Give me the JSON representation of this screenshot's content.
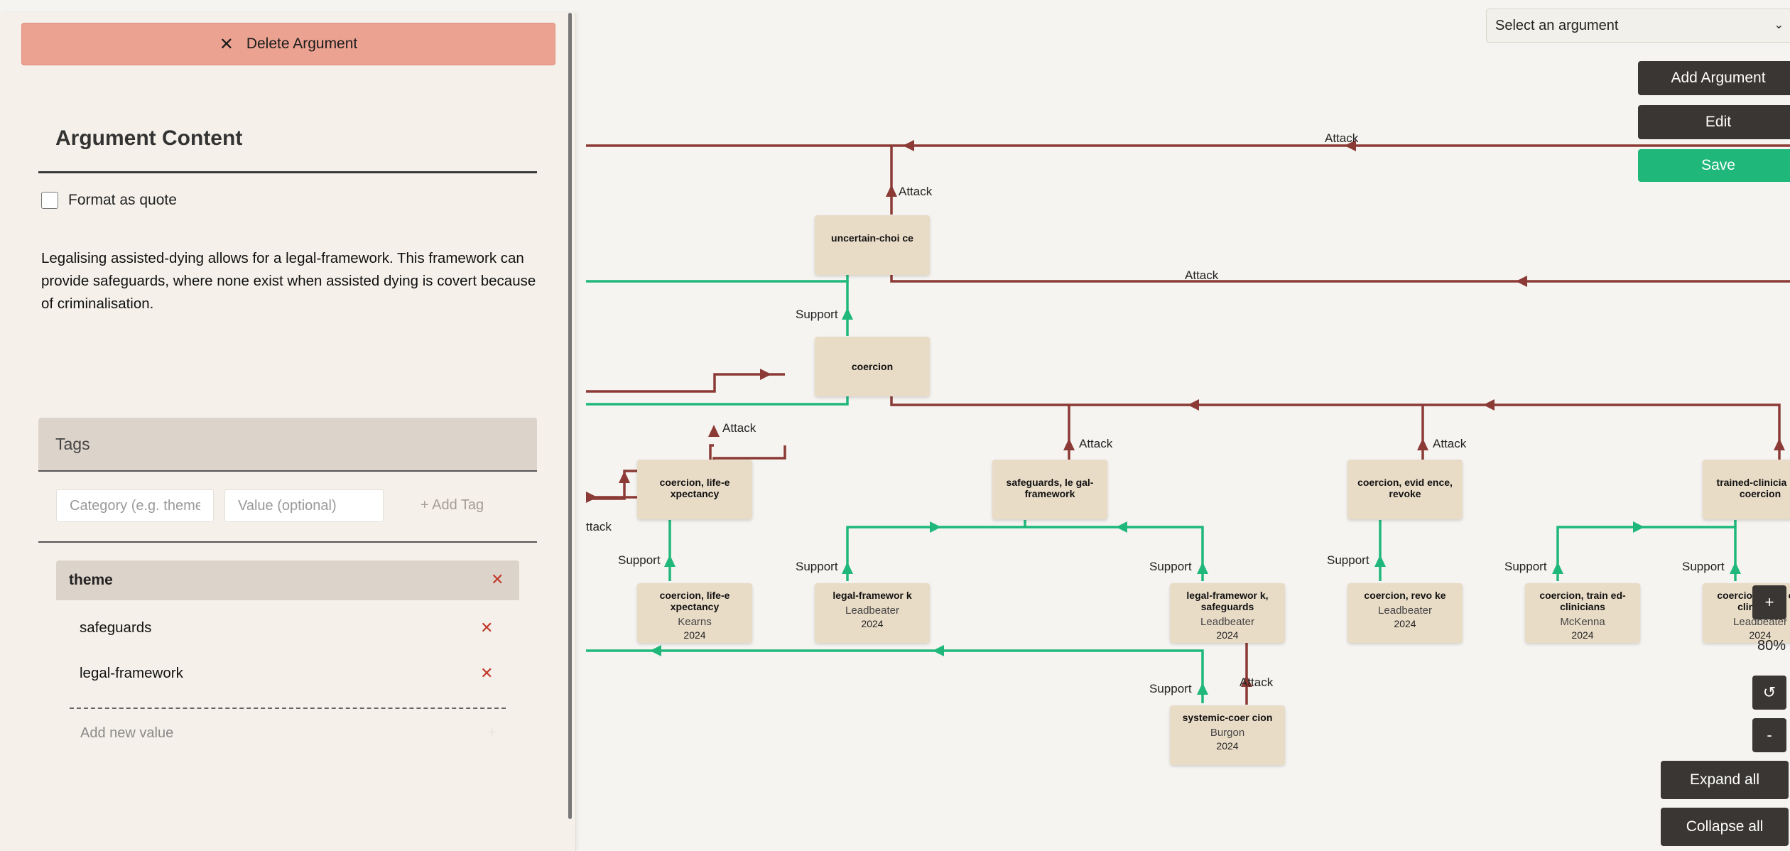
{
  "panel": {
    "delete_label": "Delete Argument",
    "content_title": "Argument Content",
    "format_quote_label": "Format as quote",
    "argument_text": "Legalising assisted-dying allows for a legal-framework. This framework can provide safeguards, where none exist when assisted dying is covert because of criminalisation.",
    "tags": {
      "title": "Tags",
      "category_placeholder": "Category (e.g. theme)",
      "value_placeholder": "Value (optional)",
      "add_tag_label": "+ Add Tag",
      "category_name": "theme",
      "values": [
        "safeguards",
        "legal-framework"
      ],
      "add_value_placeholder": "Add new value",
      "add_value_plus": "+"
    }
  },
  "controls": {
    "select_placeholder": "Select an argument",
    "add_argument": "Add Argument",
    "edit": "Edit",
    "save": "Save",
    "zoom_in": "+",
    "zoom_level": "80%",
    "reset": "↺",
    "zoom_out": "-",
    "expand_all": "Expand all",
    "collapse_all": "Collapse all"
  },
  "colors": {
    "attack": "#8b3a35",
    "support": "#1fb87a",
    "node": "#e9dcc7"
  },
  "graph": {
    "edge_labels": {
      "attack": "Attack",
      "support": "Support",
      "attack_truncated": "ttack"
    },
    "nodes": {
      "uncertain_choice": {
        "title": "uncertain-choi ce"
      },
      "coercion": {
        "title": "coercion"
      },
      "coercion_life": {
        "title": "coercion, life-e xpectancy"
      },
      "safeguards_legal": {
        "title": "safeguards, le gal-framework"
      },
      "coercion_evidence": {
        "title": "coercion, evid ence, revoke"
      },
      "trained_clinicians": {
        "title": "trained-clinicia ns, coercion"
      },
      "src_coercion_life": {
        "title": "coercion, life-e xpectancy",
        "author": "Kearns",
        "year": "2024"
      },
      "src_legal_framework": {
        "title": "legal-framewor k",
        "author": "Leadbeater",
        "year": "2024"
      },
      "src_legal_safeguards": {
        "title": "legal-framewor k, safeguards",
        "author": "Leadbeater",
        "year": "2024"
      },
      "src_coercion_revoke": {
        "title": "coercion, revo ke",
        "author": "Leadbeater",
        "year": "2024"
      },
      "src_coercion_trained": {
        "title": "coercion, train ed-clinicians",
        "author": "McKenna",
        "year": "2024"
      },
      "src_coercion_trained_2": {
        "title": "coercion, train ed-clinicians",
        "author": "Leadbeater",
        "year": "2024"
      },
      "src_systemic": {
        "title": "systemic-coer cion",
        "author": "Burgon",
        "year": "2024"
      }
    }
  }
}
